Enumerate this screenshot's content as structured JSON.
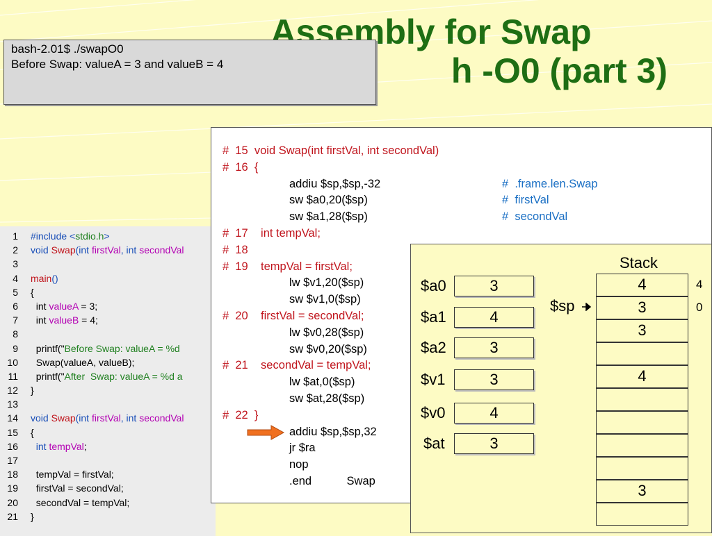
{
  "title": {
    "line1": "Assembly for Swap",
    "line2": "h -O0 (part 3)"
  },
  "terminal": {
    "lines": [
      "bash-2.01$ ./swapO0",
      "Before Swap: valueA = 3 and valueB = 4"
    ]
  },
  "code": [
    {
      "n": "1",
      "t": [
        [
          "#include <",
          "k"
        ],
        [
          "stdio.h",
          "s"
        ],
        [
          ">",
          "k"
        ]
      ]
    },
    {
      "n": "2",
      "t": [
        [
          "void ",
          "k"
        ],
        [
          "Swap",
          "f"
        ],
        [
          "(",
          "k"
        ],
        [
          "int ",
          "k"
        ],
        [
          "firstVal",
          "v"
        ],
        [
          ", ",
          "k"
        ],
        [
          "int ",
          "k"
        ],
        [
          "secondVal",
          "v"
        ]
      ]
    },
    {
      "n": "3",
      "t": []
    },
    {
      "n": "4",
      "t": [
        [
          "main",
          "f"
        ],
        [
          "()",
          "k"
        ]
      ]
    },
    {
      "n": "5",
      "t": [
        [
          "{",
          "p"
        ]
      ]
    },
    {
      "n": "6",
      "t": [
        [
          "  int ",
          "p"
        ],
        [
          "valueA",
          "v"
        ],
        [
          " = 3;",
          "p"
        ]
      ]
    },
    {
      "n": "7",
      "t": [
        [
          "  int ",
          "p"
        ],
        [
          "valueB",
          "v"
        ],
        [
          " = 4;",
          "p"
        ]
      ]
    },
    {
      "n": "8",
      "t": []
    },
    {
      "n": "9",
      "t": [
        [
          "  printf(\"",
          "p"
        ],
        [
          "Before Swap: valueA = %d",
          "s"
        ]
      ]
    },
    {
      "n": "10",
      "t": [
        [
          "  Swap(valueA, valueB);",
          "p"
        ]
      ]
    },
    {
      "n": "11",
      "t": [
        [
          "  printf(\"",
          "p"
        ],
        [
          "After  Swap: valueA = %d a",
          "s"
        ]
      ]
    },
    {
      "n": "12",
      "t": [
        [
          "}",
          "p"
        ]
      ]
    },
    {
      "n": "13",
      "t": []
    },
    {
      "n": "14",
      "t": [
        [
          "void ",
          "k"
        ],
        [
          "Swap",
          "f"
        ],
        [
          "(",
          "k"
        ],
        [
          "int ",
          "k"
        ],
        [
          "firstVal",
          "v"
        ],
        [
          ", ",
          "k"
        ],
        [
          "int ",
          "k"
        ],
        [
          "secondVal",
          "v"
        ]
      ]
    },
    {
      "n": "15",
      "t": [
        [
          "{",
          "p"
        ]
      ]
    },
    {
      "n": "16",
      "t": [
        [
          "  int ",
          "k"
        ],
        [
          "tempVal",
          "v"
        ],
        [
          ";",
          "p"
        ]
      ]
    },
    {
      "n": "17",
      "t": []
    },
    {
      "n": "18",
      "t": [
        [
          "  tempVal = firstVal;",
          "p"
        ]
      ]
    },
    {
      "n": "19",
      "t": [
        [
          "  firstVal = secondVal;",
          "p"
        ]
      ]
    },
    {
      "n": "20",
      "t": [
        [
          "  secondVal = tempVal;",
          "p"
        ]
      ]
    },
    {
      "n": "21",
      "t": [
        [
          "}",
          "p"
        ]
      ]
    }
  ],
  "asm": [
    {
      "c": "#  15  void Swap(int firstVal, int secondVal)",
      "k": "red",
      "i": 0
    },
    {
      "c": "#  16  {",
      "k": "red",
      "i": 0
    },
    {
      "c": "addiu $sp,$sp,-32",
      "k": "blk",
      "i": 1,
      "cm": "#  .frame.len.Swap"
    },
    {
      "c": "sw $a0,20($sp)",
      "k": "blk",
      "i": 1,
      "cm": "#  firstVal"
    },
    {
      "c": "sw $a1,28($sp)",
      "k": "blk",
      "i": 1,
      "cm": "#  secondVal"
    },
    {
      "c": "#  17    int tempVal;",
      "k": "red",
      "i": 0
    },
    {
      "c": "#  18",
      "k": "red",
      "i": 0
    },
    {
      "c": "#  19    tempVal = firstVal;",
      "k": "red",
      "i": 0
    },
    {
      "c": "lw $v1,20($sp)",
      "k": "blk",
      "i": 1
    },
    {
      "c": "sw $v1,0($sp)",
      "k": "blk",
      "i": 1
    },
    {
      "c": "#  20    firstVal = secondVal;",
      "k": "red",
      "i": 0
    },
    {
      "c": "lw $v0,28($sp)",
      "k": "blk",
      "i": 1
    },
    {
      "c": "sw $v0,20($sp)",
      "k": "blk",
      "i": 1
    },
    {
      "c": "#  21    secondVal = tempVal;",
      "k": "red",
      "i": 0
    },
    {
      "c": "lw $at,0($sp)",
      "k": "blk",
      "i": 1
    },
    {
      "c": "sw $at,28($sp)",
      "k": "blk",
      "i": 1
    },
    {
      "c": "#  22  }",
      "k": "red",
      "i": 0
    },
    {
      "c": "addiu $sp,$sp,32",
      "k": "blk",
      "i": 1
    },
    {
      "c": "jr $ra",
      "k": "blk",
      "i": 1
    },
    {
      "c": "nop",
      "k": "blk",
      "i": 1
    },
    {
      "c": ".end           Swap",
      "k": "blk",
      "i": 1
    }
  ],
  "registers": [
    {
      "name": "$a0",
      "value": "3"
    },
    {
      "name": "$a1",
      "value": "4"
    },
    {
      "name": "$a2",
      "value": "3"
    },
    {
      "name": "$v1",
      "value": "3"
    },
    {
      "name": "$v0",
      "value": "4"
    },
    {
      "name": "$at",
      "value": "3"
    }
  ],
  "stack": {
    "title": "Stack",
    "sp_label": "$sp",
    "cells": [
      "4",
      "3",
      "3",
      "",
      "4",
      "",
      "",
      "",
      "",
      "3",
      ""
    ],
    "side_labels": [
      "4",
      "0"
    ]
  },
  "colors": {
    "title": "#1e6e14",
    "arrow": "#f07020",
    "background": "#fdfbc4"
  }
}
